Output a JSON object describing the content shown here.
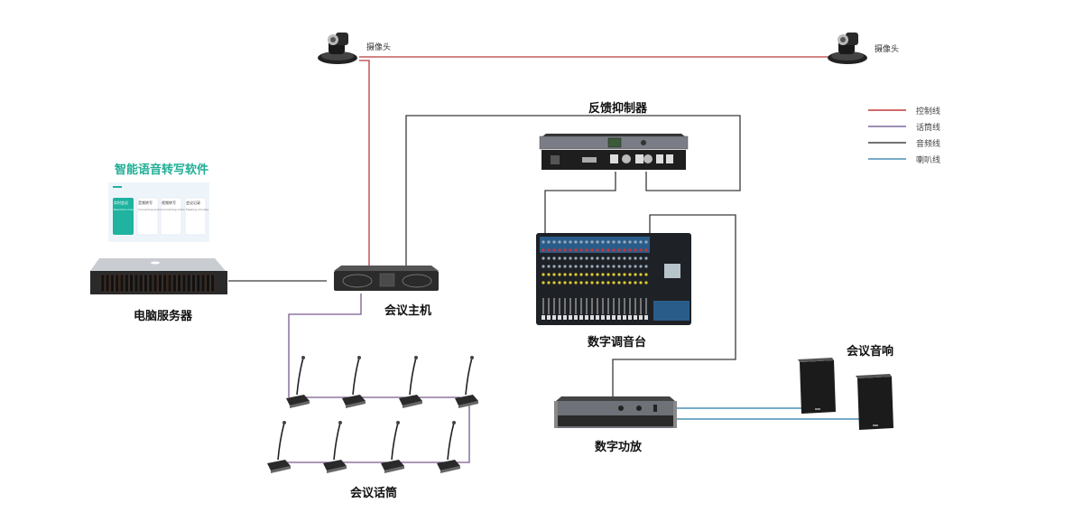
{
  "diagram": {
    "title": "会议系统连接示意图",
    "colors": {
      "control_line": "#b83a3a",
      "mic_line": "#7a5a8e",
      "audio_line": "#333333",
      "speaker_line": "#4a8fb5",
      "software_title": "#1fae94"
    },
    "devices": {
      "camera_left": {
        "label": "摄像头"
      },
      "camera_right": {
        "label": "摄像头"
      },
      "feedback_suppressor": {
        "label": "反馈抑制器"
      },
      "software": {
        "label": "智能语音转写软件",
        "cards": [
          {
            "title": "实时会议",
            "sub": "Real-time meet"
          },
          {
            "title": "音频转写",
            "sub": "Converting audio"
          },
          {
            "title": "视频转写",
            "sub": "Converting video"
          },
          {
            "title": "会议记录",
            "sub": "Meeting minutes"
          }
        ]
      },
      "server": {
        "label": "电脑服务器"
      },
      "host": {
        "label": "会议主机"
      },
      "mixer": {
        "label": "数字调音台"
      },
      "amplifier": {
        "label": "数字功放"
      },
      "speakers": {
        "label": "会议音响"
      },
      "microphones": {
        "label": "会议话筒",
        "count": 8
      }
    },
    "legend": [
      {
        "label": "控制线",
        "color": "#c23a3a"
      },
      {
        "label": "话筒线",
        "color": "#7a6a9e"
      },
      {
        "label": "音频线",
        "color": "#444444"
      },
      {
        "label": "喇叭线",
        "color": "#4a8fb5"
      }
    ]
  }
}
